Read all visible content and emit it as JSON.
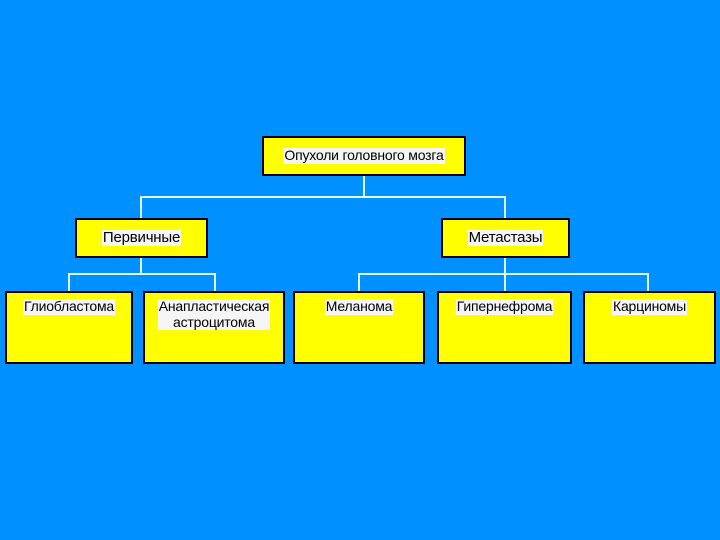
{
  "diagram": {
    "title_node": "Опухоли головного мозга",
    "background_color": "#0090ff",
    "node_fill_color": "#ffff00",
    "node_border_color": "#000000",
    "connector_color": "#ddfdff",
    "text_color": "#000000",
    "levels": {
      "root": {
        "label": "Опухоли головного мозга"
      },
      "level2": [
        {
          "label": "Первичные"
        },
        {
          "label": "Метастазы"
        }
      ],
      "level3": [
        {
          "label": "Глиобластома",
          "parent": "Первичные"
        },
        {
          "label": "Анапластическая\nастроцитома",
          "parent": "Первичные"
        },
        {
          "label": "Меланома",
          "parent": "Метастазы"
        },
        {
          "label": "Гипернефрома",
          "parent": "Метастазы"
        },
        {
          "label": "Карциномы",
          "parent": "Метастазы"
        }
      ]
    }
  }
}
